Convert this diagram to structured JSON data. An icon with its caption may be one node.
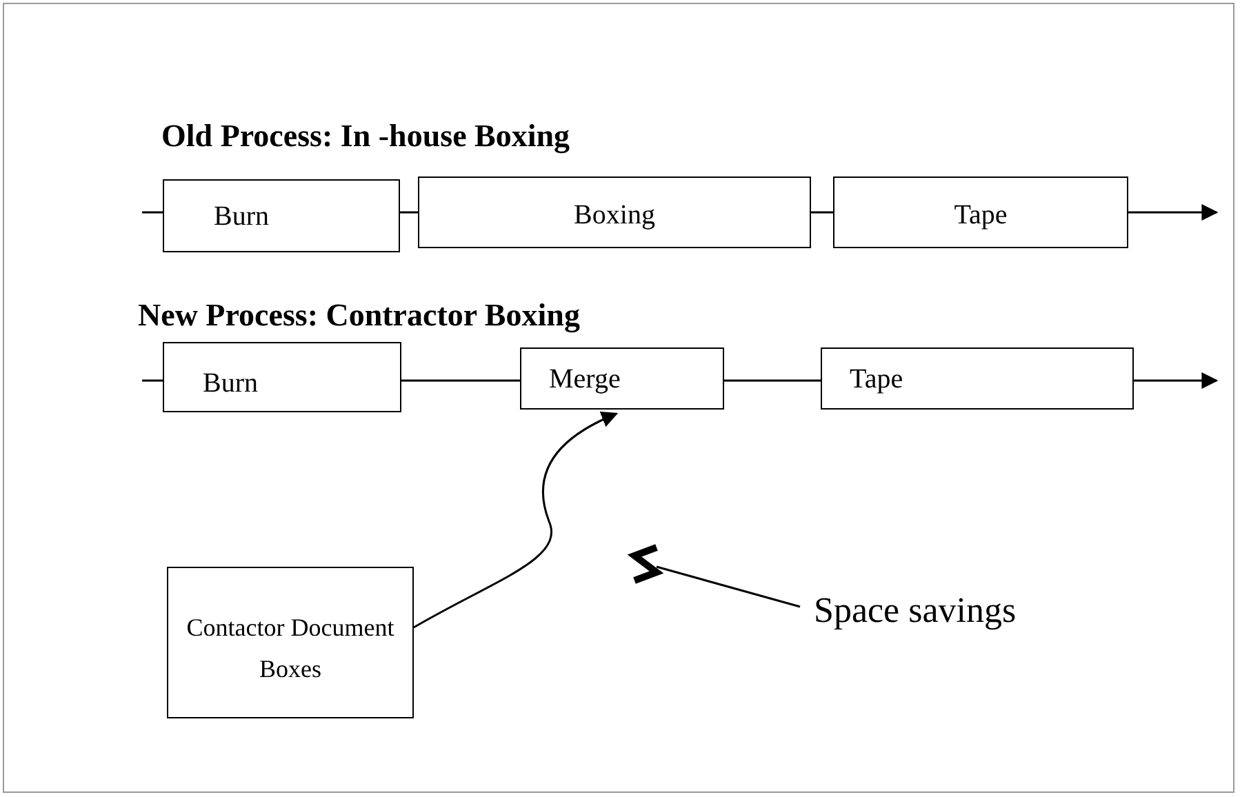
{
  "diagram": {
    "nodes": [
      {
        "text": [
          "Burn"
        ]
      },
      {
        "text": [
          "Boxing"
        ]
      },
      {
        "text": [
          "Tape"
        ]
      },
      {
        "text": [
          "Burn"
        ]
      },
      {
        "text": [
          "Merge"
        ]
      },
      {
        "text": [
          "Tape"
        ]
      },
      {
        "text": [
          "Contactor Document Boxes"
        ]
      },
      {
        "text": [
          "Space savings"
        ]
      },
      {
        "text": [],
        "shape": "squiggle"
      }
    ],
    "edges": [
      {
        "from": null,
        "to": 0,
        "arrow": "none"
      },
      {
        "from": 0,
        "to": 1,
        "arrow": "none"
      },
      {
        "from": 1,
        "to": 2,
        "arrow": "none"
      },
      {
        "from": 2,
        "to": null,
        "arrow": "to"
      },
      {
        "from": null,
        "to": 3,
        "arrow": "none"
      },
      {
        "from": 3,
        "to": 4,
        "arrow": "none"
      },
      {
        "from": 4,
        "to": 5,
        "arrow": "none"
      },
      {
        "from": 5,
        "to": null,
        "arrow": "to"
      },
      {
        "from": 6,
        "to": 4,
        "arrow": "to"
      },
      {
        "from": 7,
        "to": 8,
        "arrow": "none"
      }
    ],
    "labels": [
      "Old Process: In -house Boxing",
      "New Process: Contractor Boxing"
    ]
  }
}
